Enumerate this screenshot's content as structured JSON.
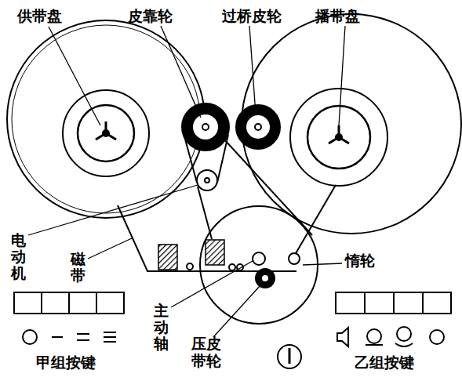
{
  "diagram": {
    "labels": [
      "供带盘",
      "皮靠轮",
      "过桥皮轮",
      "播带盘",
      "电动机",
      "磁带",
      "惰轮",
      "主动轴",
      "压皮带轮",
      "甲组按键",
      "乙组按键"
    ]
  }
}
